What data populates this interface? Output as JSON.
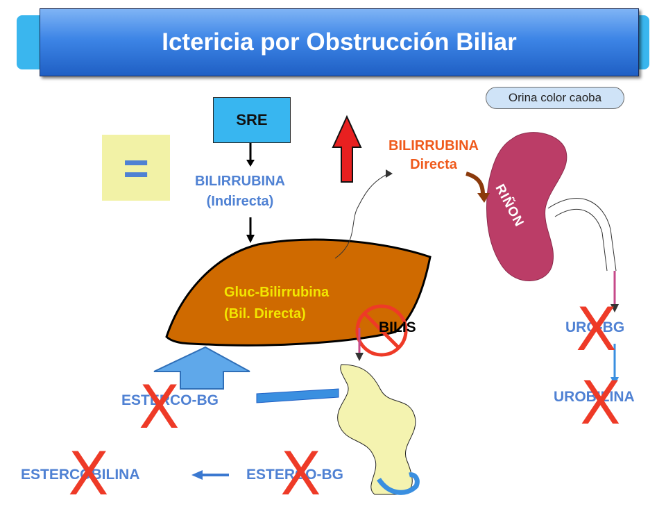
{
  "title": "Ictericia por Obstrucción Biliar",
  "sre": "SRE",
  "equal_sign": "=",
  "bilirrubina_indirecta": {
    "line1": "BILIRRUBINA",
    "line2": "(Indirecta)"
  },
  "bilirrubina_directa": {
    "line1": "BILIRRUBINA",
    "line2": "Directa"
  },
  "higado": {
    "line1": "Gluc-Bilirrubina",
    "line2": "(Bil.  Directa)"
  },
  "rinon": "RIÑON",
  "orina": "Orina color caoba",
  "bilis": "BILIS",
  "uro_bg": "URO-BG",
  "urobilina": "UROBILINA",
  "esterco_bg_upper": "ESTERCO-BG",
  "esterco_bg_lower": "ESTERCO-BG",
  "estercobilina": "ESTERCOBILINA",
  "x_mark": "X",
  "colors": {
    "title_bar": "#3d85e6",
    "sre_box": "#38b6f0",
    "liver": "#cf6a00",
    "kidney": "#bb3d67",
    "intestine": "#f4f3b0",
    "blocked": "#ee3a27",
    "label_blue": "#4f81d3",
    "label_orange": "#ef5a1c"
  }
}
